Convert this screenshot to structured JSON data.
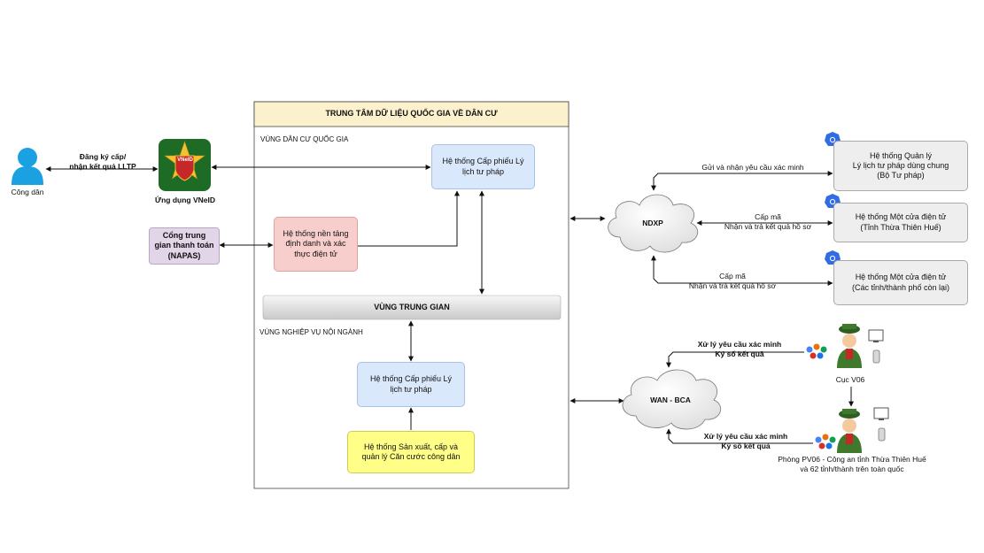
{
  "colors": {
    "header_fill": "#fbf1cc",
    "blue_fill": "#dae8fc",
    "blue_stroke": "#a9c1e3",
    "pink_fill": "#f8cecc",
    "pink_stroke": "#e0a09c",
    "lavender_fill": "#e1d5e7",
    "lavender_stroke": "#b9a6c6",
    "yellow_fill": "#ffff88",
    "yellow_stroke": "#cbcb5a",
    "gray_fill": "#eeeeee",
    "citizen_blue": "#1ba1e2",
    "vneid_green": "#1d6b25"
  },
  "citizen": {
    "label": "Công dân",
    "icon": "person-icon"
  },
  "citizen_arrow_label": "Đăng ký cấp/\nnhận kết quả LLTP",
  "vneid": {
    "label": "Ứng dụng VNeID",
    "logo_text": "VNeID",
    "icon": "vneid-logo-icon"
  },
  "data_center": {
    "title": "TRUNG TÂM DỮ LIỆU QUỐC GIA VỀ DÂN CƯ",
    "zone_national": "VÙNG DÂN CƯ QUỐC GIA",
    "zone_middle": "VÙNG TRUNG GIAN",
    "zone_internal": "VÙNG NGHIỆP VỤ NỘI NGÀNH",
    "llp_top": "Hệ thống Cấp phiếu Lý\nlịch tư pháp",
    "identity": "Hệ thống nền tảng\nđịnh danh và xác\nthực điện tử",
    "llp_bottom": "Hệ thống Cấp phiếu Lý\nlịch tư pháp",
    "production": "Hệ thống Sản xuất, cấp và\nquản lý Căn cước công dân"
  },
  "napas": "Cổng trung\ngian thanh toán\n(NAPAS)",
  "ndxp": {
    "label": "NDXP",
    "arrow_top": "Gửi và nhận yêu cầu xác minh",
    "arrow_mid": "Cấp mã\nNhận và trả kết quả hồ sơ",
    "arrow_bottom": "Cấp mã\nNhận và trả kết quả hồ sơ"
  },
  "right_systems": [
    {
      "label": "Hệ thống Quản lý\nLý lịch tư pháp dùng chung\n(Bộ Tư pháp)",
      "icon": "kubernetes-icon"
    },
    {
      "label": "Hệ thống Một cửa điện tử\n(Tỉnh Thừa Thiên Huế)",
      "icon": "kubernetes-icon"
    },
    {
      "label": "Hệ thống Một cửa điện tử\n(Các tỉnh/thành phố còn lại)",
      "icon": "kubernetes-icon"
    }
  ],
  "wan": {
    "label": "WAN - BCA",
    "arrow_top": "Xử lý yêu cầu xác minh\nKý số kết quả",
    "arrow_bottom": "Xử lý yêu cầu xác minh\nKý số kết quả",
    "cuc_label": "Cục V06",
    "phong_label": "Phòng PV06 - Công an tỉnh Thừa Thiên Huế\nvà 62 tỉnh/thành trên toàn quốc"
  }
}
